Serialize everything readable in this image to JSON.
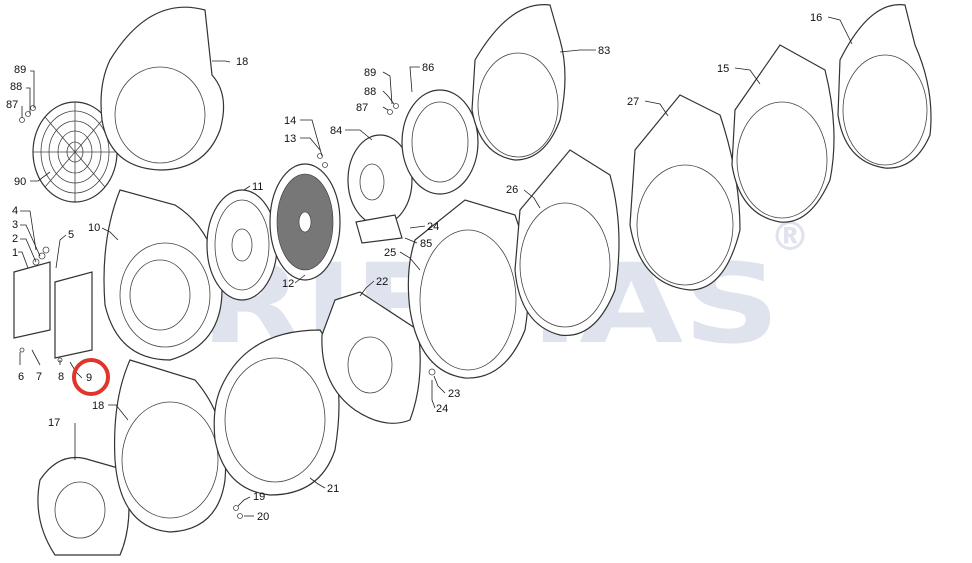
{
  "watermark": {
    "text": "RIEMAS",
    "registered": "®"
  },
  "highlight_color": "#e0352b",
  "labels": {
    "l89a": "89",
    "l88a": "88",
    "l87a": "87",
    "l90": "90",
    "l4": "4",
    "l3": "3",
    "l2": "2",
    "l1": "1",
    "l5": "5",
    "l6": "6",
    "l7": "7",
    "l8": "8",
    "l9": "9",
    "l10": "10",
    "l18a": "18",
    "l18b": "18",
    "l17": "17",
    "l11": "11",
    "l12": "12",
    "l14": "14",
    "l13": "13",
    "l84": "84",
    "l89b": "89",
    "l88b": "88",
    "l87b": "87",
    "l86": "86",
    "l24a": "24",
    "l85": "85",
    "l25": "25",
    "l22": "22",
    "l23": "23",
    "l24b": "24",
    "l21": "21",
    "l19": "19",
    "l20": "20",
    "l83": "83",
    "l26": "26",
    "l27": "27",
    "l15": "15",
    "l16": "16"
  }
}
